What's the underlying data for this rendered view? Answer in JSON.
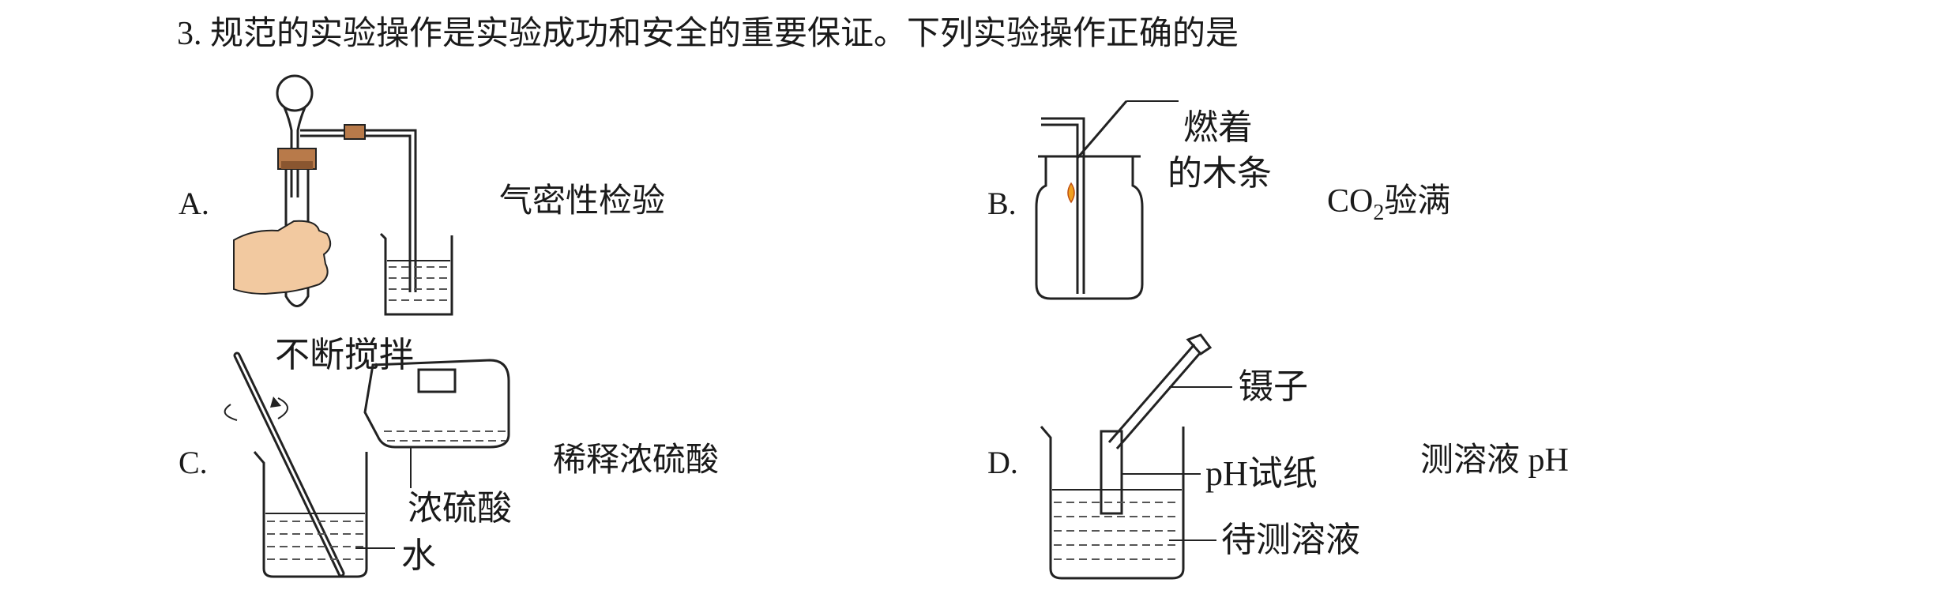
{
  "question": {
    "number": "3.",
    "stem": "规范的实验操作是实验成功和安全的重要保证。下列实验操作正确的是"
  },
  "options": {
    "a": {
      "label": "A.",
      "name": "气密性检验"
    },
    "b": {
      "label": "B.",
      "name_main": "CO",
      "name_sub": "2",
      "name_tail": "验满",
      "callout_line1": "燃着",
      "callout_line2": "的木条"
    },
    "c": {
      "label": "C.",
      "name": "稀释浓硫酸",
      "callout_stir": "不断搅拌",
      "callout_acid": "浓硫酸",
      "callout_water": "水"
    },
    "d": {
      "label": "D.",
      "name": "测溶液 pH",
      "callout_tweezers": "镊子",
      "callout_paper": "pH试纸",
      "callout_solution": "待测溶液"
    }
  }
}
